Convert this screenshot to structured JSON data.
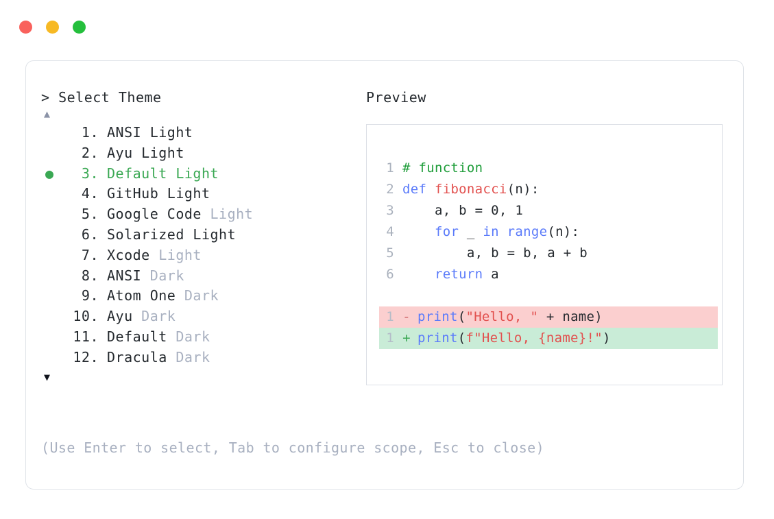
{
  "window": {
    "dots": [
      {
        "name": "close",
        "color": "#f9615c"
      },
      {
        "name": "minimize",
        "color": "#f7b924"
      },
      {
        "name": "maximize",
        "color": "#24bf3c"
      }
    ]
  },
  "selector": {
    "prompt": "> Select Theme",
    "scroll_up_icon": "▲",
    "scroll_down_icon": "▼",
    "selected_index": 3,
    "selected_color": "#3aa853",
    "bullet_icon": "●",
    "items": [
      {
        "index": " 1.",
        "name": "ANSI Light",
        "variant": "",
        "variant_muted": false,
        "selected": false
      },
      {
        "index": " 2.",
        "name": "Ayu Light",
        "variant": "",
        "variant_muted": false,
        "selected": false
      },
      {
        "index": " 3.",
        "name": "Default Light",
        "variant": "",
        "variant_muted": false,
        "selected": true
      },
      {
        "index": " 4.",
        "name": "GitHub Light",
        "variant": "",
        "variant_muted": false,
        "selected": false
      },
      {
        "index": " 5.",
        "name": "Google Code",
        "variant": " Light",
        "variant_muted": true,
        "selected": false
      },
      {
        "index": " 6.",
        "name": "Solarized Light",
        "variant": "",
        "variant_muted": false,
        "selected": false
      },
      {
        "index": " 7.",
        "name": "Xcode",
        "variant": " Light",
        "variant_muted": true,
        "selected": false
      },
      {
        "index": " 8.",
        "name": "ANSI",
        "variant": " Dark",
        "variant_muted": true,
        "selected": false
      },
      {
        "index": " 9.",
        "name": "Atom One",
        "variant": " Dark",
        "variant_muted": true,
        "selected": false
      },
      {
        "index": "10.",
        "name": "Ayu",
        "variant": " Dark",
        "variant_muted": true,
        "selected": false
      },
      {
        "index": "11.",
        "name": "Default",
        "variant": " Dark",
        "variant_muted": true,
        "selected": false
      },
      {
        "index": "12.",
        "name": "Dracula",
        "variant": " Dark",
        "variant_muted": true,
        "selected": false
      }
    ]
  },
  "hint": "(Use Enter to select, Tab to configure scope, Esc to close)",
  "preview": {
    "title": "Preview",
    "code_lines": [
      {
        "n": "1",
        "tokens": [
          {
            "t": "# function",
            "c": "comment"
          }
        ]
      },
      {
        "n": "2",
        "tokens": [
          {
            "t": "def ",
            "c": "keyword"
          },
          {
            "t": "fibonacci",
            "c": "func"
          },
          {
            "t": "(n):",
            "c": "plain"
          }
        ]
      },
      {
        "n": "3",
        "tokens": [
          {
            "t": "    a, b = ",
            "c": "plain"
          },
          {
            "t": "0",
            "c": "number"
          },
          {
            "t": ", ",
            "c": "plain"
          },
          {
            "t": "1",
            "c": "number"
          }
        ]
      },
      {
        "n": "4",
        "tokens": [
          {
            "t": "    ",
            "c": "plain"
          },
          {
            "t": "for",
            "c": "keyword"
          },
          {
            "t": " _ ",
            "c": "plain"
          },
          {
            "t": "in ",
            "c": "keyword"
          },
          {
            "t": "range",
            "c": "builtin"
          },
          {
            "t": "(n):",
            "c": "plain"
          }
        ]
      },
      {
        "n": "5",
        "tokens": [
          {
            "t": "        a, b = b, a + b",
            "c": "plain"
          }
        ]
      },
      {
        "n": "6",
        "tokens": [
          {
            "t": "    ",
            "c": "plain"
          },
          {
            "t": "return",
            "c": "keyword"
          },
          {
            "t": " a",
            "c": "plain"
          }
        ]
      }
    ],
    "diff_lines": [
      {
        "n": "1",
        "sign": "-",
        "kind": "deleted",
        "bg": "#fbcfcf",
        "tokens": [
          {
            "t": "print",
            "c": "builtin"
          },
          {
            "t": "(",
            "c": "plain"
          },
          {
            "t": "\"Hello, \"",
            "c": "string"
          },
          {
            "t": " + name)",
            "c": "plain"
          }
        ]
      },
      {
        "n": "1",
        "sign": "+",
        "kind": "added",
        "bg": "#c9ecd7",
        "tokens": [
          {
            "t": "print",
            "c": "builtin"
          },
          {
            "t": "(",
            "c": "plain"
          },
          {
            "t": "f\"Hello, {name}!\"",
            "c": "string"
          },
          {
            "t": ")",
            "c": "plain"
          }
        ]
      }
    ]
  }
}
